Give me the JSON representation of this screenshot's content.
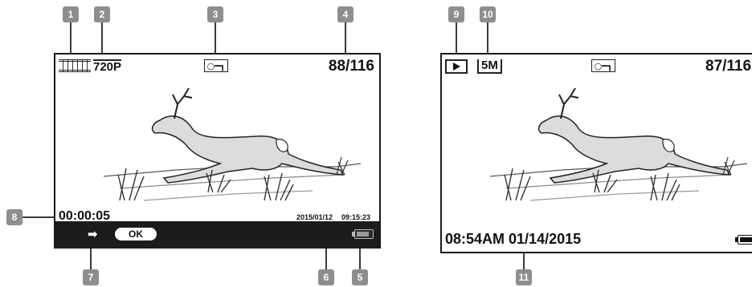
{
  "callouts": [
    "1",
    "2",
    "3",
    "4",
    "5",
    "6",
    "7",
    "8",
    "9",
    "10",
    "11"
  ],
  "screen_left": {
    "resolution": "720P",
    "counter": "88/116",
    "elapsed": "00:00:05",
    "datestamp": "2015/01/12",
    "timestamp": "09:15:23",
    "ok_label": "OK",
    "battery_level": 0.9,
    "icons": [
      "video-mode-icon",
      "lock-icon",
      "arrow-right-icon",
      "battery-icon"
    ]
  },
  "screen_right": {
    "resolution": "5M",
    "counter": "87/116",
    "datetime": "08:54AM 01/14/2015",
    "battery_level": 0.9,
    "icons": [
      "play-icon",
      "lock-icon",
      "battery-icon"
    ]
  },
  "colors": {
    "callout_bg": "#8e8e8e",
    "bar_bg": "#1c1c1c",
    "screen_border": "#1a1a1a"
  }
}
